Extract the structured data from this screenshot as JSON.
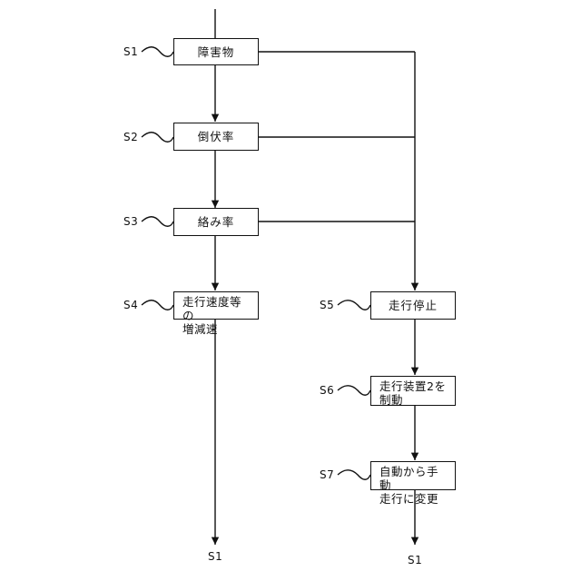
{
  "steps": {
    "s1": {
      "id": "S1",
      "text": "障害物"
    },
    "s2": {
      "id": "S2",
      "text": "倒伏率"
    },
    "s3": {
      "id": "S3",
      "text": "絡み率"
    },
    "s4": {
      "id": "S4",
      "line1": "走行速度等の",
      "line2": "増減速"
    },
    "s5": {
      "id": "S5",
      "text": "走行停止"
    },
    "s6": {
      "id": "S6",
      "line1": "走行装置2を",
      "line2": "制動"
    },
    "s7": {
      "id": "S7",
      "line1": "自動から手動",
      "line2": "走行に変更"
    }
  },
  "end_left": "S1",
  "end_right": "S1"
}
